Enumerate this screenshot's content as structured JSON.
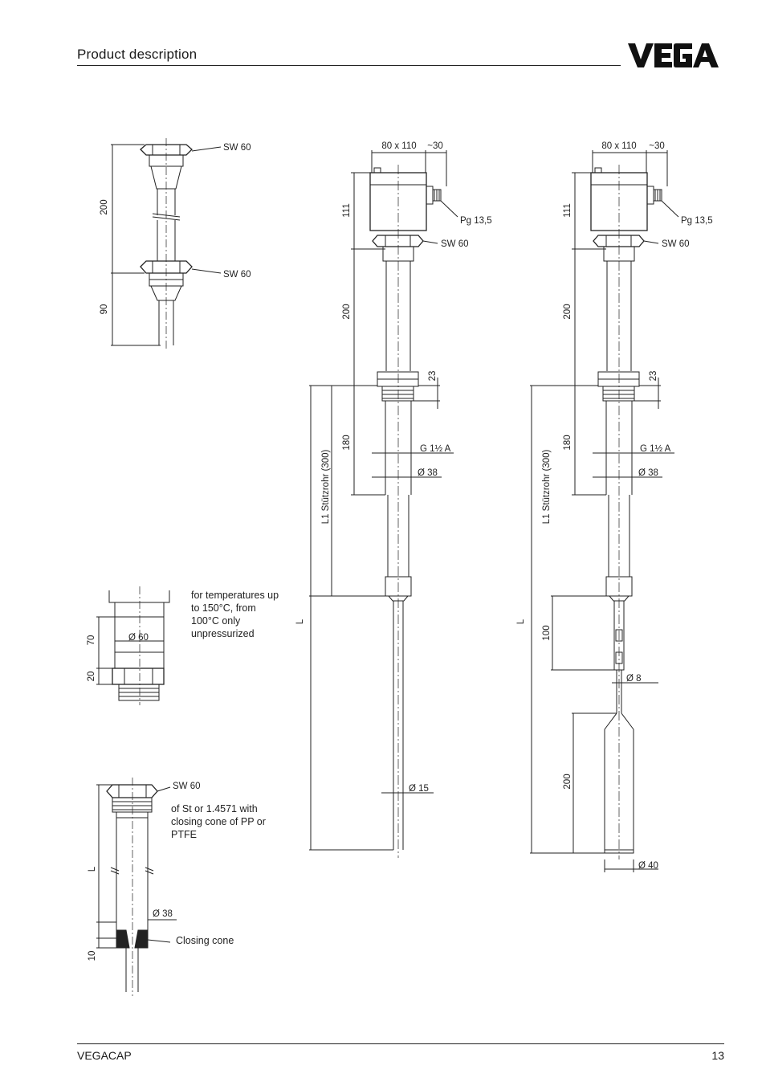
{
  "header": {
    "title": "Product  description",
    "logo_text": "VEGA"
  },
  "footer": {
    "product": "VEGACAP",
    "page_number": "13"
  },
  "labels": {
    "sw60": "SW 60",
    "pg": "Pg 13,5",
    "housing": "80 x 110",
    "gland": "~30",
    "g_thread": "G 1½ A",
    "d38": "Ø 38",
    "d15": "Ø 15",
    "d8": "Ø 8",
    "d40": "Ø 40",
    "d60": "Ø 60",
    "l1": "L1 Stützrohr (300)",
    "l": "L",
    "d200": "200",
    "d90": "90",
    "d111": "111",
    "d180": "180",
    "d23": "23",
    "d100": "100",
    "d70": "70",
    "d20": "20",
    "d10": "10",
    "closing_cone": "Closing cone"
  },
  "notes": {
    "temperature": "for temperatures up to 150°C, from 100°C only unpressurized",
    "material": "of St or 1.4571 with closing cone of PP or PTFE"
  }
}
